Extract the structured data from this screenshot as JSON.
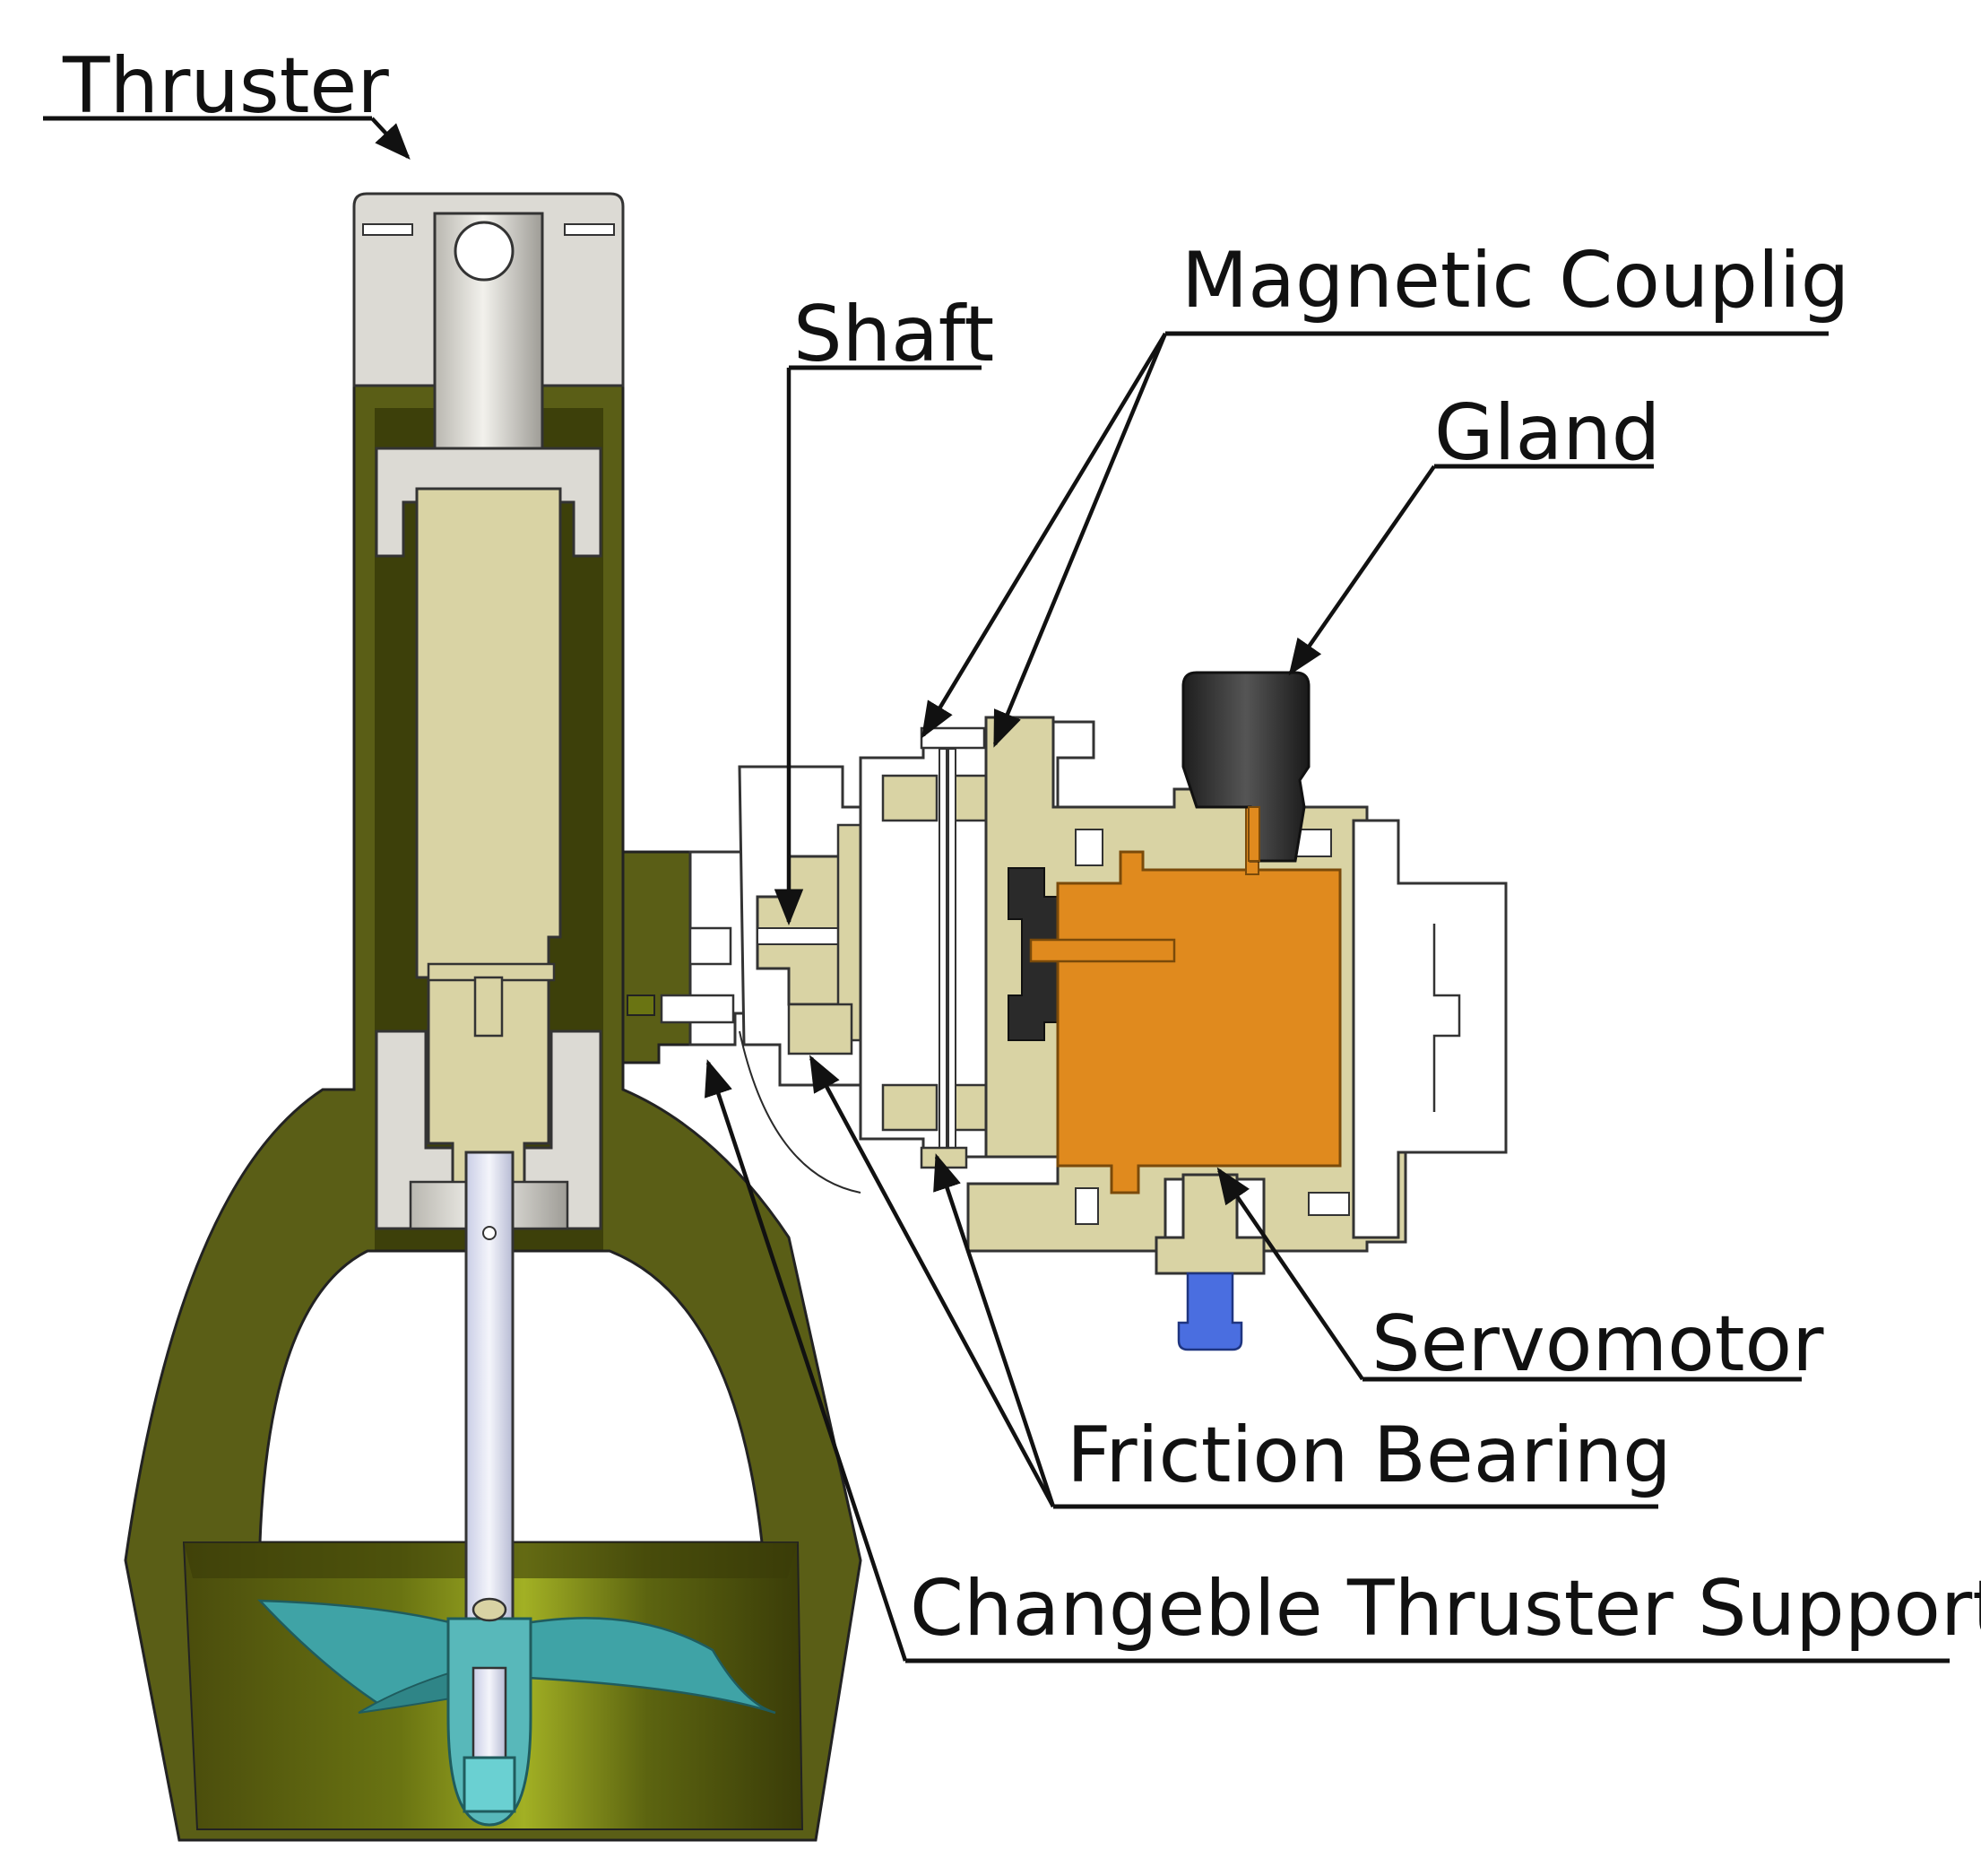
{
  "labels": {
    "thruster": "Thruster",
    "shaft": "Shaft",
    "magnetic_coupling": "Magnetic Couplig",
    "gland": "Gland",
    "servomotor": "Servomotor",
    "friction_bearing": "Friction Bearing",
    "changeable_support": "Changeble Thruster Support"
  },
  "colors": {
    "olive_housing": "#5a5e16",
    "olive_dark": "#3a3c08",
    "olive_light": "#8a961c",
    "beige_part": "#d9d3a4",
    "grey_part": "#dcdad4",
    "servomotor": "#e08a1e",
    "propeller": "#3fa3a6",
    "gland": "#2e2e2e",
    "blue_fitting": "#4a6ee0"
  }
}
